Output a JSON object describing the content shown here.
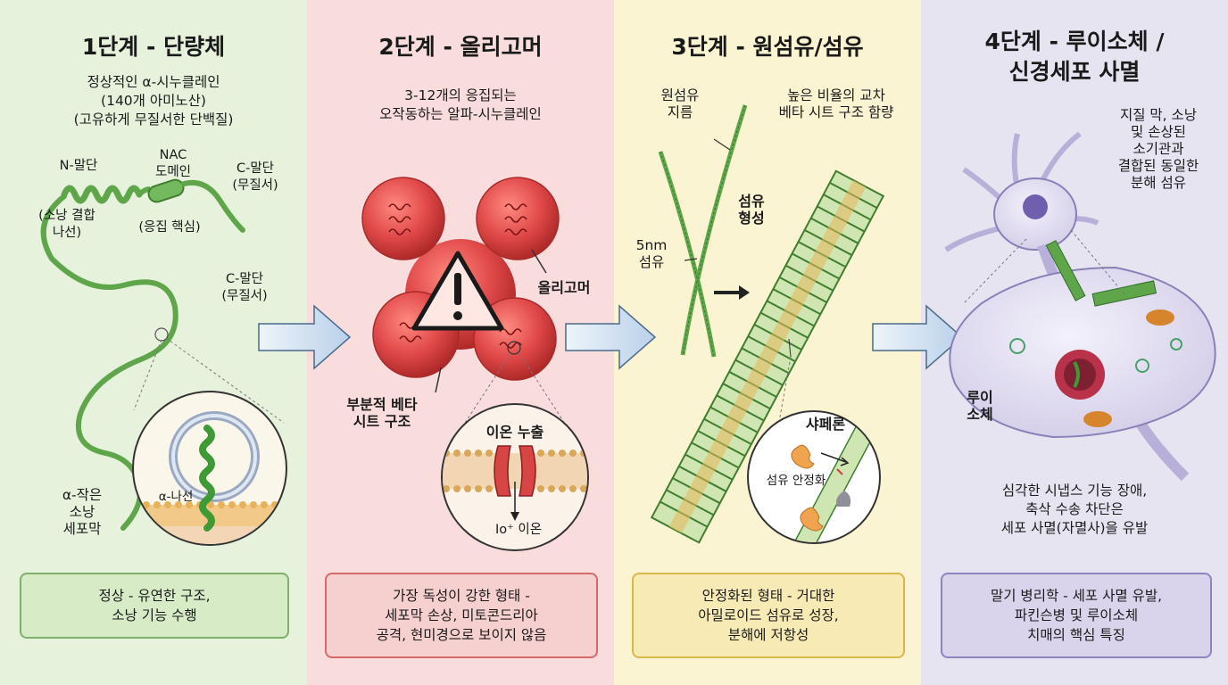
{
  "stage1": {
    "title": "1단계 - 단량체",
    "subtitle": [
      "정상적인 α-시누클레인",
      "(140개 아미노산)",
      "(고유하게 무질서한 단백질)"
    ],
    "n_term": "N-말단",
    "n_term_desc": [
      "(소낭 결합",
      "나선)"
    ],
    "nac": [
      "NAC",
      "도메인"
    ],
    "nac_desc": "(응집 핵심)",
    "c_term_1": [
      "C-말단",
      "(무질서)"
    ],
    "c_term_2": [
      "C-말단",
      "(무질서)"
    ],
    "membrane_label": [
      "α-작은",
      "소낭",
      "세포막"
    ],
    "helix_label": "α-나선",
    "footer": [
      "정상 - 유연한 구조,",
      "소낭 기능 수행"
    ]
  },
  "stage2": {
    "title": "2단계 - 올리고머",
    "subtitle": [
      "3-12개의 응집되는",
      "오작동하는 알파-시누클레인"
    ],
    "oligomer_label": "올리고머",
    "beta_label": [
      "부분적 베타",
      "시트 구조"
    ],
    "ion_leak": "이온 누출",
    "ion": "Io⁺ 이온",
    "footer": [
      "가장 독성이 강한 형태 -",
      "세포막 손상, 미토콘드리아",
      "공격, 현미경으로 보이지 않음"
    ]
  },
  "stage3": {
    "title": "3단계 - 원섬유/섬유",
    "protofibril": [
      "원섬유",
      "지름"
    ],
    "beta_content": [
      "높은 비율의 교차",
      "베타 시트 구조 함량"
    ],
    "fiber_5nm": [
      "5nm",
      "섬유"
    ],
    "fiber_formation": [
      "섬유",
      "형성"
    ],
    "chaperone": "샤페론",
    "stabilization": "섬유 안정화",
    "footer": [
      "안정화된 형태 - 거대한",
      "아밀로이드 섬유로 성장,",
      "분해에 저항성"
    ]
  },
  "stage4": {
    "title": [
      "4단계 - 루이소체 /",
      "신경세포 사멸"
    ],
    "lipid_label": [
      "지질 막, 소낭",
      "및 손상된",
      "소기관과",
      "결합된 동일한",
      "분해 섬유"
    ],
    "lewy": [
      "루이",
      "소체"
    ],
    "desc": [
      "심각한 시냅스 기능 장애,",
      "축삭 수송 차단은",
      "세포 사멸(자멸사)을 유발"
    ],
    "footer": [
      "말기 병리학 - 세포 사멸 유발,",
      "파킨슨병 및 루이소체",
      "치매의 핵심 특징"
    ]
  },
  "colors": {
    "stage1_bg": "#e6f2dc",
    "stage2_bg": "#f9dcdc",
    "stage3_bg": "#fbf4d2",
    "stage4_bg": "#e7e4f2",
    "protein_green": "#5fa64a",
    "oligomer_red": "#e04848",
    "warning_yellow": "#ffe0dc",
    "arrow": "#c9dcef"
  }
}
